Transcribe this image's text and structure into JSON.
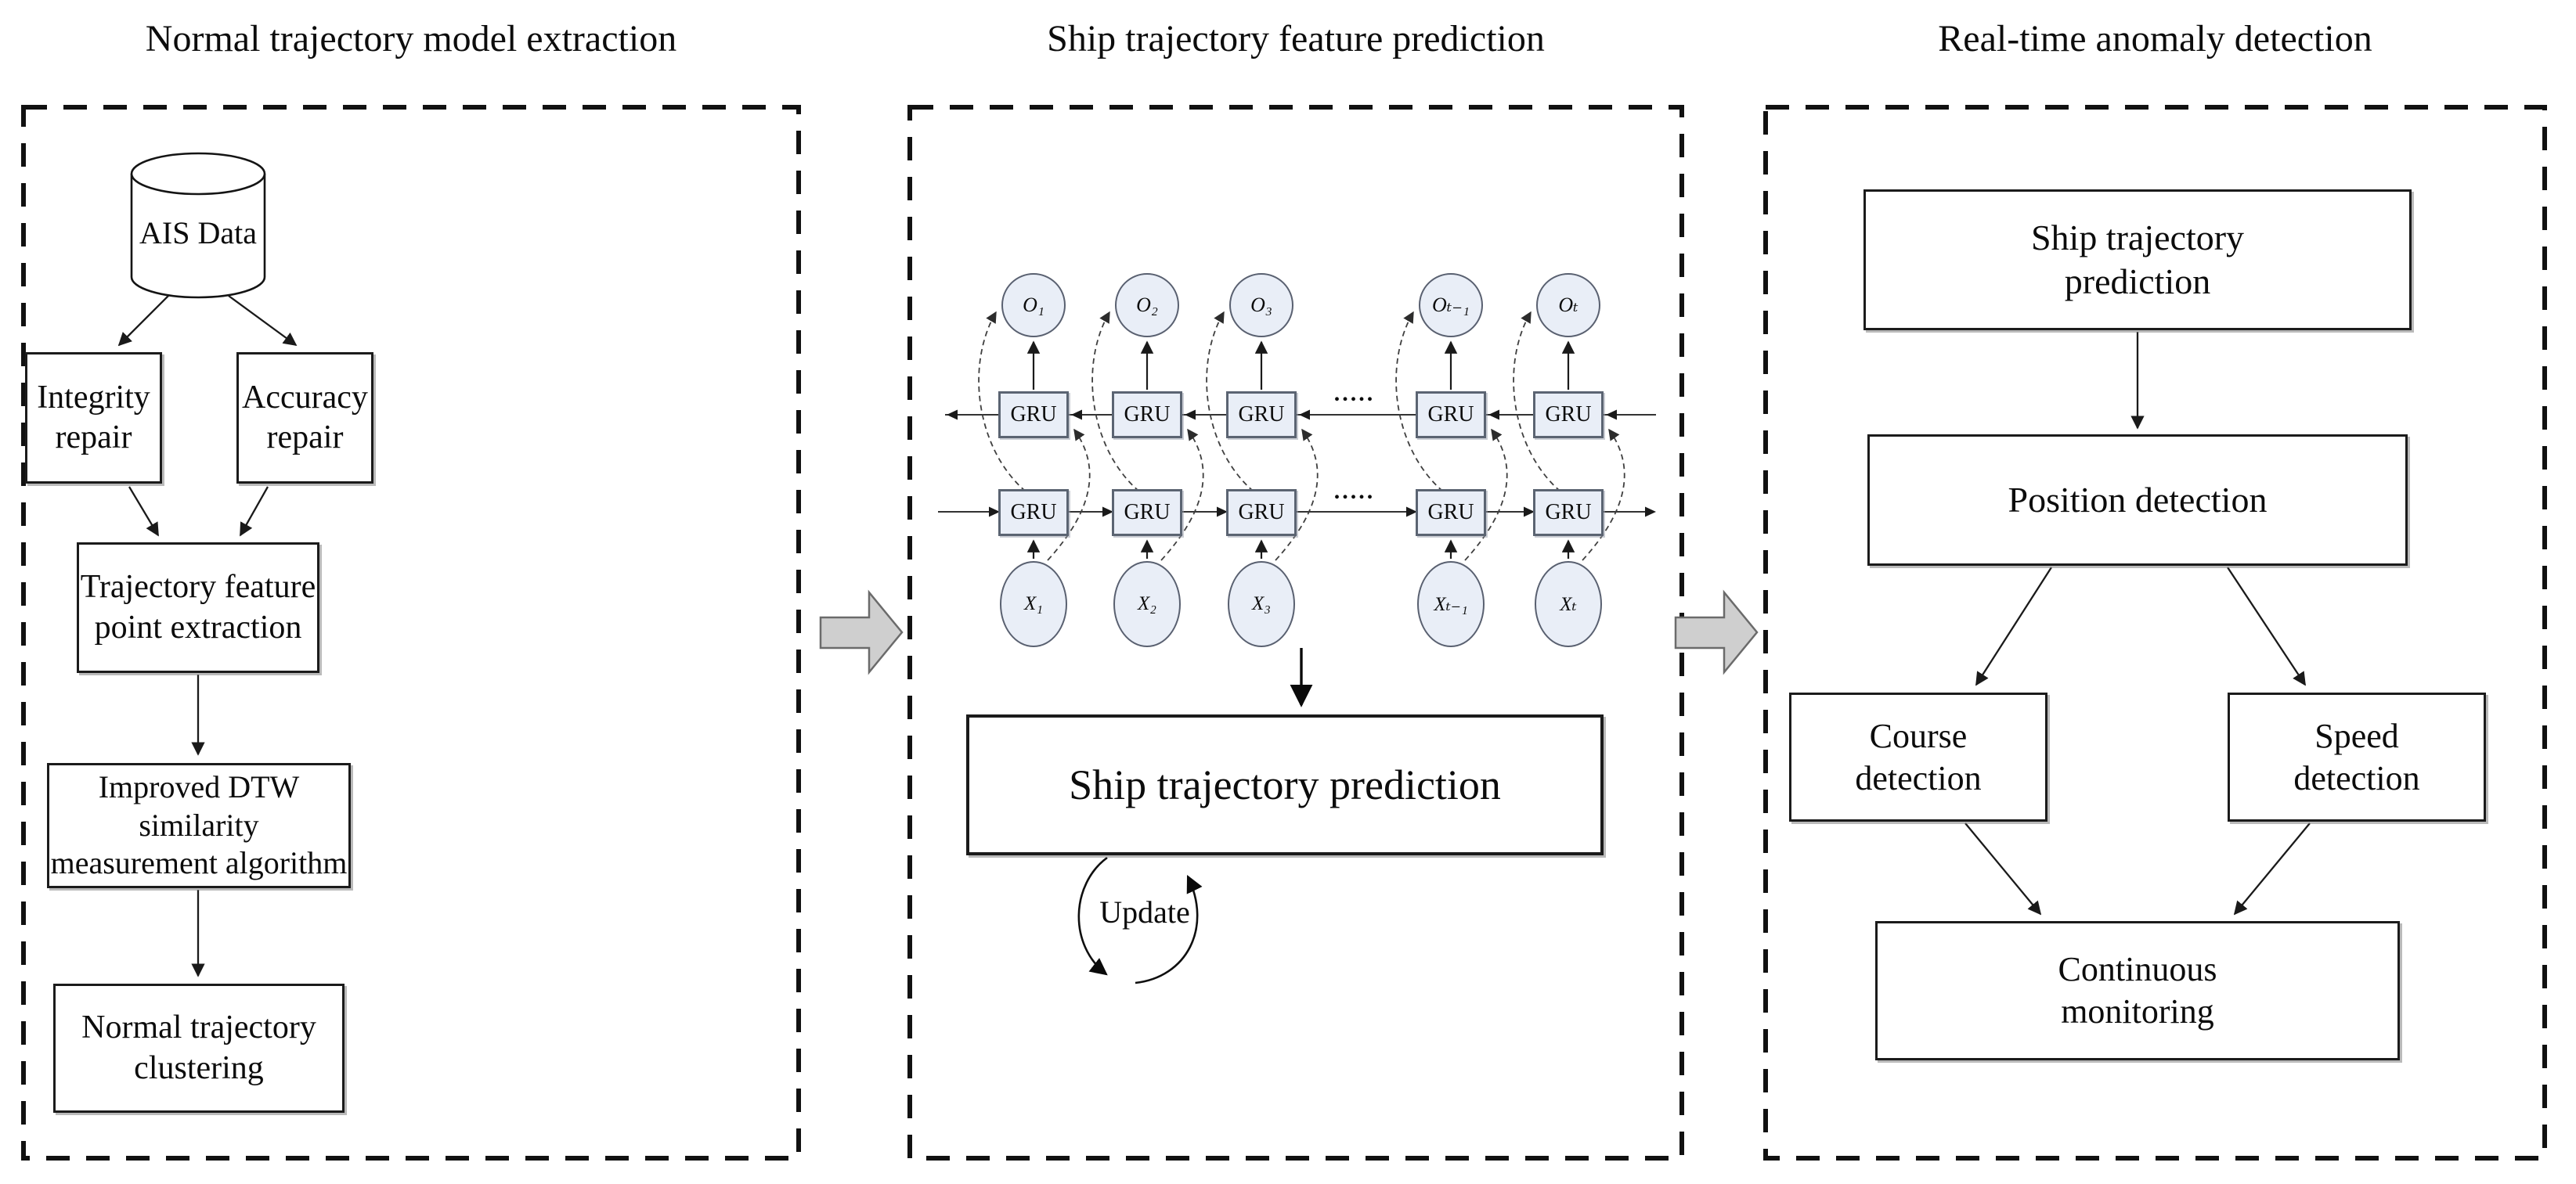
{
  "titles": {
    "panel1": "Normal trajectory model extraction",
    "panel2": "Ship trajectory feature prediction",
    "panel3": "Real-time anomaly detection"
  },
  "panel1": {
    "cylinder": "AIS Data",
    "integrity": "Integrity\nrepair",
    "accuracy": "Accuracy\nrepair",
    "feature": "Trajectory feature\npoint extraction",
    "dtw": "Improved DTW similarity\nmeasurement algorithm",
    "clustering": "Normal trajectory\nclustering"
  },
  "panel2": {
    "gru": "GRU",
    "outputs": [
      "O₁",
      "O₂",
      "O₃",
      "Oₜ₋₁",
      "Oₜ"
    ],
    "inputs": [
      "X₁",
      "X₂",
      "X₃",
      "Xₜ₋₁",
      "Xₜ"
    ],
    "dots": ".....",
    "prediction": "Ship trajectory prediction",
    "update": "Update"
  },
  "panel3": {
    "prediction": "Ship trajectory\nprediction",
    "position": "Position detection",
    "course": "Course\ndetection",
    "speed": "Speed\ndetection",
    "monitoring": "Continuous\nmonitoring"
  },
  "colors": {
    "node_fill": "#e9eef7",
    "node_stroke": "#5b6472",
    "box_border": "#1b1b1b",
    "inter_panel_arrow_fill": "#cfcfcf",
    "inter_panel_arrow_stroke": "#6b6b6b"
  }
}
